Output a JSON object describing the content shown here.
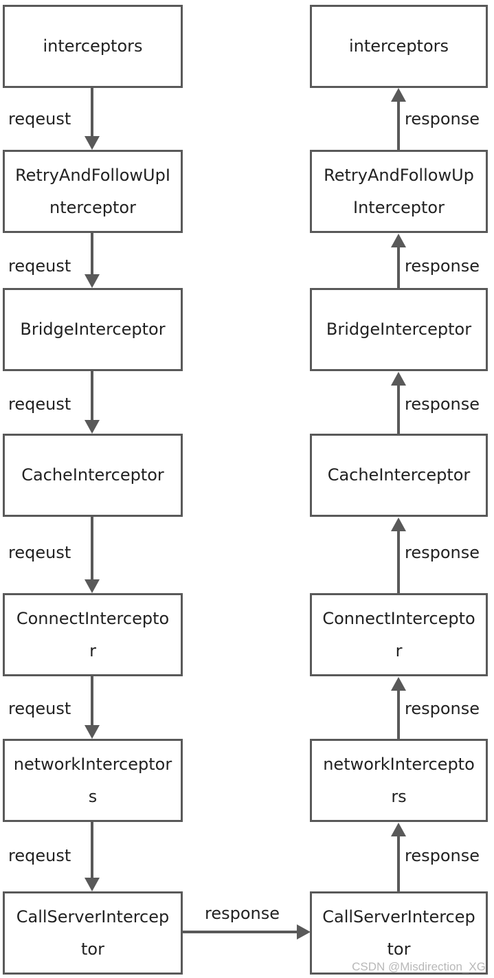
{
  "colors": {
    "stroke": "#595959",
    "text": "#222222",
    "watermark": "#b8b8b8"
  },
  "left_column": {
    "boxes": [
      {
        "lines": [
          "interceptors"
        ]
      },
      {
        "lines": [
          "RetryAndFollowUpI",
          "nterceptor"
        ]
      },
      {
        "lines": [
          "BridgeInterceptor"
        ]
      },
      {
        "lines": [
          "CacheInterceptor"
        ]
      },
      {
        "lines": [
          "ConnectIntercepto",
          "r"
        ]
      },
      {
        "lines": [
          "networkInterceptor",
          "s"
        ]
      },
      {
        "lines": [
          "CallServerIntercep",
          "tor"
        ]
      }
    ],
    "edge_labels": [
      "reqeust",
      "reqeust",
      "reqeust",
      "reqeust",
      "reqeust",
      "reqeust"
    ]
  },
  "right_column": {
    "boxes": [
      {
        "lines": [
          "interceptors"
        ]
      },
      {
        "lines": [
          "RetryAndFollowUp",
          "Interceptor"
        ]
      },
      {
        "lines": [
          "BridgeInterceptor"
        ]
      },
      {
        "lines": [
          "CacheInterceptor"
        ]
      },
      {
        "lines": [
          "ConnectIntercepto",
          "r"
        ]
      },
      {
        "lines": [
          "networkIntercepto",
          "rs"
        ]
      },
      {
        "lines": [
          "CallServerIntercep",
          "tor"
        ]
      }
    ],
    "edge_labels": [
      "response",
      "response",
      "response",
      "response",
      "response",
      "response"
    ]
  },
  "bridge_label": "response",
  "watermark": "CSDN @Misdirection_XG"
}
